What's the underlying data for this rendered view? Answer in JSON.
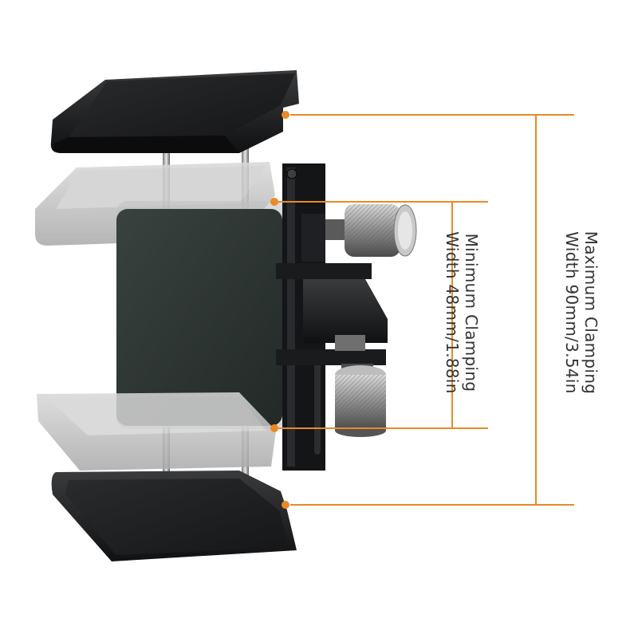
{
  "dimensions": {
    "max": {
      "line1": "Maximum Clamping",
      "line2": "Width 90mm/3.54in"
    },
    "min": {
      "line1": "Minimum Clamping",
      "line2": "Width 48mm/1.88in"
    }
  },
  "colors": {
    "accent": "#e98a26",
    "body_dark": "#1a1b1d",
    "phone_face": "#2b3230",
    "ghost_grey": "#bdbdbd",
    "knob_metal": "#8e8e8e",
    "text": "#333333"
  },
  "icons": {
    "knob_upper": "knurled-knob-icon",
    "knob_lower": "knurled-knob-icon",
    "marker": "orange-dot-icon"
  }
}
